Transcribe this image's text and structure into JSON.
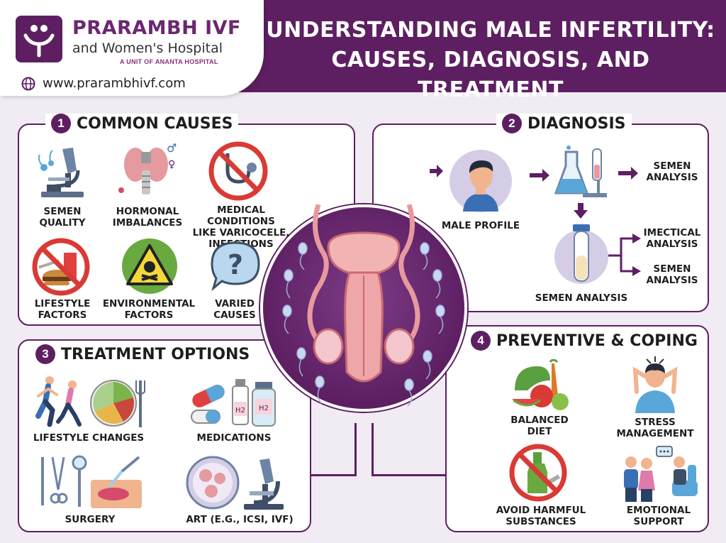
{
  "brand": {
    "name": "PRARAMBH IVF",
    "subtitle": "and Women's Hospital",
    "unit": "A UNIT OF ANANTA HOSPITAL",
    "website": "www.prarambhivf.com"
  },
  "title": {
    "line1": "UNDERSTANDING MALE INFERTILITY:",
    "line2": "CAUSES, DIAGNOSIS, AND TREATMENT"
  },
  "sections": {
    "causes": {
      "number": "1",
      "title": "COMMON CAUSES",
      "items": [
        {
          "label1": "SEMEN",
          "label2": "QUALITY",
          "label3": "",
          "icon": "microscope-icon"
        },
        {
          "label1": "HORMONAL",
          "label2": "IMBALANCES",
          "label3": "",
          "icon": "thyroid-icon"
        },
        {
          "label1": "MEDICAL CONDITIONS",
          "label2": "LIKE VARICOCELE,",
          "label3": "INFECTIONS",
          "icon": "stethoscope-banned-icon"
        },
        {
          "label1": "LIFESTYLE",
          "label2": "FACTORS",
          "label3": "",
          "icon": "junk-food-banned-icon"
        },
        {
          "label1": "ENVIRONMENTAL",
          "label2": "FACTORS",
          "label3": "",
          "icon": "toxic-warning-icon"
        },
        {
          "label1": "VARIED",
          "label2": "CAUSES",
          "label3": "",
          "icon": "question-bubble-icon"
        }
      ]
    },
    "diagnosis": {
      "number": "2",
      "title": "DIAGNOSIS",
      "male_profile": "MALE PROFILE",
      "semen_analysis_center": "SEMEN ANALYSIS",
      "out1_line1": "SEMEN",
      "out1_line2": "ANALYSIS",
      "out2_line1": "IMECTICAL",
      "out2_line2": "ANALYSIS",
      "out3_line1": "SEMEN",
      "out3_line2": "ANALYSIS"
    },
    "treatment": {
      "number": "3",
      "title": "TREATMENT OPTIONS",
      "items": [
        {
          "label": "LIFESTYLE CHANGES",
          "icon": "runners-icon"
        },
        {
          "label": "MEDICATIONS",
          "icon": "pills-icon"
        },
        {
          "label": "SURGERY",
          "icon": "surgical-tools-icon"
        },
        {
          "label": "ART (e.g., ICSI, IVF)",
          "icon": "petri-dish-icon"
        }
      ],
      "vial_text": "H2"
    },
    "preventive": {
      "number": "4",
      "title": "PREVENTIVE & COPING",
      "items": [
        {
          "label1": "BALANCED",
          "label2": "DIET",
          "icon": "vegetables-icon"
        },
        {
          "label1": "STRESS",
          "label2": "MANAGEMENT",
          "icon": "stressed-man-icon"
        },
        {
          "label1": "AVOID HARMFUL",
          "label2": "SUBSTANCES",
          "icon": "no-bottle-icon"
        },
        {
          "label1": "EMOTIONAL",
          "label2": "SUPPORT",
          "icon": "counseling-icon"
        }
      ]
    }
  },
  "colors": {
    "brand_purple": "#5d1f62",
    "accent_pink": "#e79a9e",
    "ban_red": "#d93a35",
    "warn_yellow": "#f4d83a"
  }
}
